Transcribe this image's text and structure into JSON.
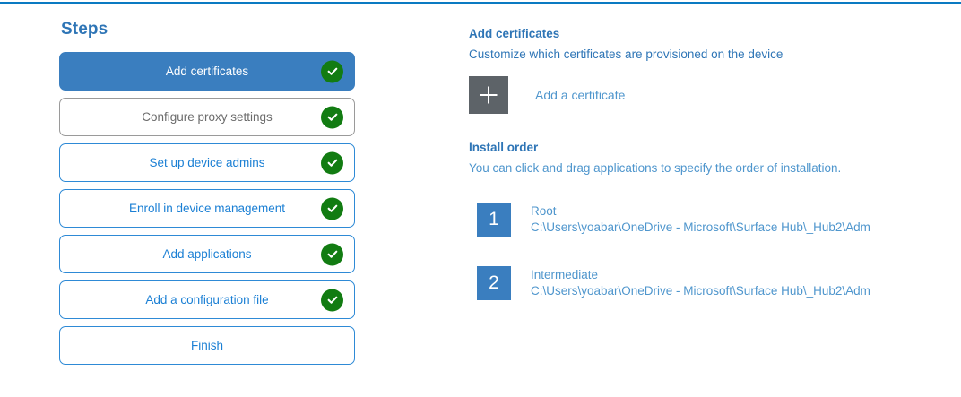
{
  "theme": {
    "accent_blue": "#2e75b6",
    "link_blue": "#4f96cd",
    "active_step_bg": "#3a7ebf",
    "check_green": "#127c12",
    "plus_gray": "#5d6368",
    "top_rule": "#0a7ac2"
  },
  "sidebar": {
    "title": "Steps",
    "items": [
      {
        "label": "Add certificates",
        "state": "active",
        "complete": true
      },
      {
        "label": "Configure proxy settings",
        "state": "muted",
        "complete": true
      },
      {
        "label": "Set up device admins",
        "state": "normal",
        "complete": true
      },
      {
        "label": "Enroll in device management",
        "state": "normal",
        "complete": true
      },
      {
        "label": "Add applications",
        "state": "normal",
        "complete": true
      },
      {
        "label": "Add a configuration file",
        "state": "normal",
        "complete": true
      },
      {
        "label": "Finish",
        "state": "normal",
        "complete": false
      }
    ]
  },
  "detail": {
    "heading": "Add certificates",
    "subtitle": "Customize which certificates are provisioned on the device",
    "add_certificate_label": "Add a certificate",
    "plus_icon": "plus-icon",
    "install_order": {
      "heading": "Install order",
      "description": "You can click and drag applications to specify the order of installation.",
      "items": [
        {
          "number": "1",
          "name": "Root",
          "path": "C:\\Users\\yoabar\\OneDrive - Microsoft\\Surface Hub\\_Hub2\\Adm"
        },
        {
          "number": "2",
          "name": "Intermediate",
          "path": "C:\\Users\\yoabar\\OneDrive - Microsoft\\Surface Hub\\_Hub2\\Adm"
        }
      ]
    }
  }
}
